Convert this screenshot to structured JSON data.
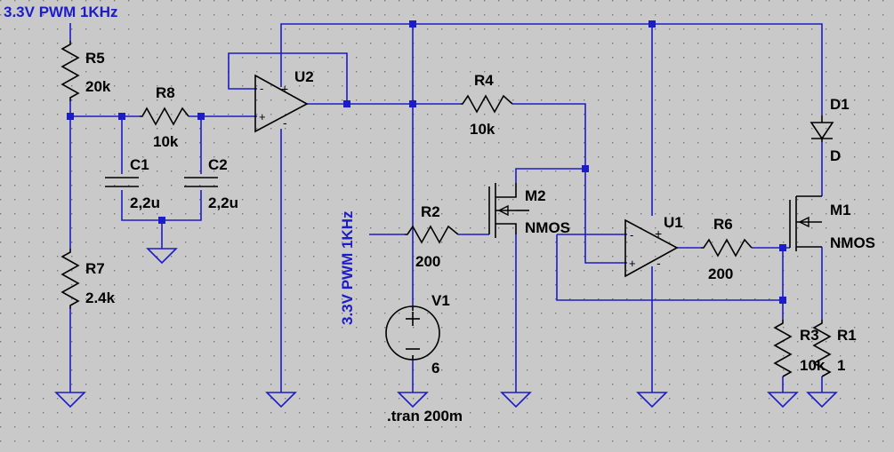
{
  "colors": {
    "background": "#c9c9c9",
    "wire": "#1c1cc8",
    "component": "#000000",
    "grid": "#7a7a7a"
  },
  "net_labels": {
    "pwm_top": "3.3V PWM 1KHz",
    "pwm_vertical": "3.3V PWM 1KHz"
  },
  "directive": ".tran 200m",
  "components": {
    "R5": {
      "name": "R5",
      "value": "20k"
    },
    "R8": {
      "name": "R8",
      "value": "10k"
    },
    "C1": {
      "name": "C1",
      "value": "2,2u"
    },
    "C2": {
      "name": "C2",
      "value": "2,2u"
    },
    "R7": {
      "name": "R7",
      "value": "2.4k"
    },
    "U2": {
      "name": "U2"
    },
    "R4": {
      "name": "R4",
      "value": "10k"
    },
    "R2": {
      "name": "R2",
      "value": "200"
    },
    "M2": {
      "name": "M2",
      "value": "NMOS"
    },
    "V1": {
      "name": "V1",
      "value": "6"
    },
    "U1": {
      "name": "U1"
    },
    "R6": {
      "name": "R6",
      "value": "200"
    },
    "D1": {
      "name": "D1",
      "value": "D"
    },
    "M1": {
      "name": "M1",
      "value": "NMOS"
    },
    "R3": {
      "name": "R3",
      "value": "10k"
    },
    "R1": {
      "name": "R1",
      "value": "1"
    }
  },
  "symbols": {
    "plus": "+",
    "minus": "-"
  }
}
